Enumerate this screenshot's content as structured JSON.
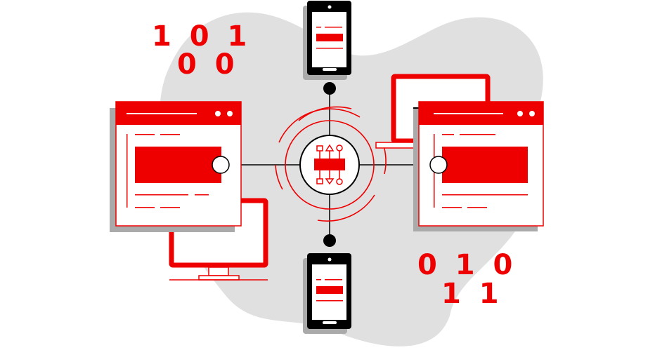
{
  "binary": {
    "top_left_line1": "1 0 1",
    "top_left_line2": "0 0",
    "bottom_right_line1": "0 1 0",
    "bottom_right_line2": "1 1"
  },
  "colors": {
    "accent": "#ee0000",
    "blob": "#e0e0e0",
    "shadow": "#aaaaaa",
    "ink": "#000000"
  }
}
